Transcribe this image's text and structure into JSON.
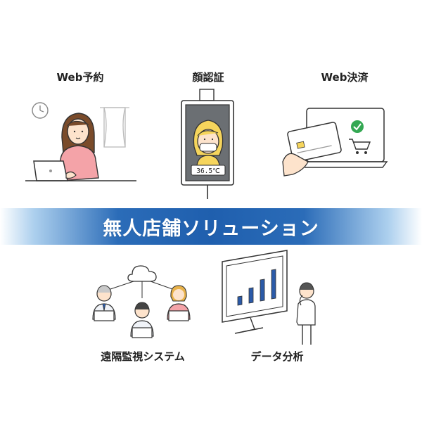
{
  "top_labels": {
    "web_reservation": "Web予約",
    "face_recognition": "顔認証",
    "web_payment": "Web決済"
  },
  "banner": {
    "title": "無人店舗ソリューション"
  },
  "bottom_labels": {
    "remote_monitoring": "遠隔監視システム",
    "data_analysis": "データ分析"
  },
  "thermometer": {
    "reading": "36.5℃"
  },
  "colors": {
    "banner_blue": "#1f5fae",
    "accent_pink": "#f4a3a8",
    "accent_yellow": "#f6d55c",
    "accent_green": "#34a853",
    "chart_blue": "#2b5aa8"
  }
}
